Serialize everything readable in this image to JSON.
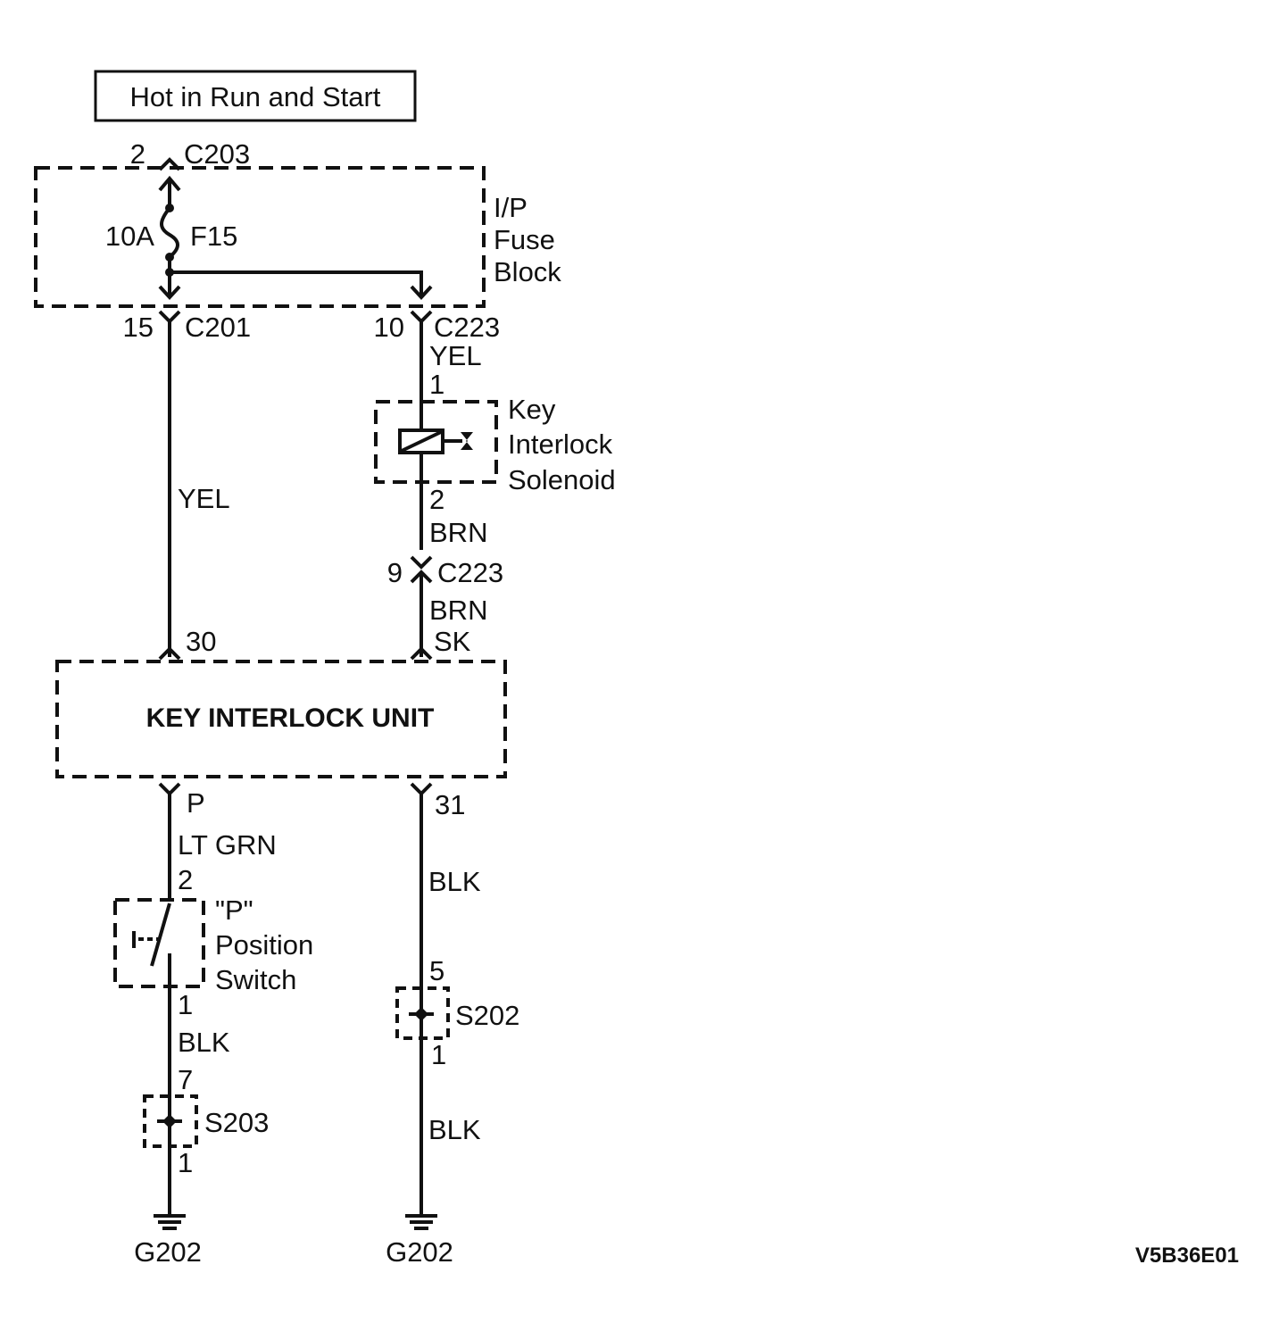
{
  "power_label": "Hot in Run and Start",
  "fuse_block": {
    "connector_top": {
      "pin": "2",
      "name": "C203"
    },
    "fuse_rating": "10A",
    "fuse_name": "F15",
    "label_line1": "I/P",
    "label_line2": "Fuse",
    "label_line3": "Block"
  },
  "left_branch": {
    "connector": {
      "pin": "15",
      "name": "C201"
    },
    "wire_color": "YEL",
    "unit_pin": "30"
  },
  "right_branch": {
    "connector_top": {
      "pin": "10",
      "name": "C223"
    },
    "wire_color_top": "YEL",
    "solenoid_pin_top": "1",
    "solenoid_label_line1": "Key",
    "solenoid_label_line2": "Interlock",
    "solenoid_label_line3": "Solenoid",
    "solenoid_pin_bottom": "2",
    "wire_color_mid": "BRN",
    "connector_mid": {
      "pin": "9",
      "name": "C223"
    },
    "wire_color_lower": "BRN",
    "unit_pin": "SK"
  },
  "unit": {
    "name": "KEY INTERLOCK UNIT"
  },
  "left_lower": {
    "unit_pin": "P",
    "wire_color": "LT GRN",
    "switch_pin_top": "2",
    "switch_label_line1": "\"P\"",
    "switch_label_line2": "Position",
    "switch_label_line3": "Switch",
    "switch_pin_bottom": "1",
    "wire_color_2": "BLK",
    "splice_pin_top": "7",
    "splice_name": "S203",
    "splice_pin_bottom": "1",
    "ground": "G202"
  },
  "right_lower": {
    "unit_pin": "31",
    "wire_color": "BLK",
    "splice_pin_top": "5",
    "splice_name": "S202",
    "splice_pin_bottom": "1",
    "wire_color_2": "BLK",
    "ground": "G202"
  },
  "diagram_id": "V5B36E01"
}
